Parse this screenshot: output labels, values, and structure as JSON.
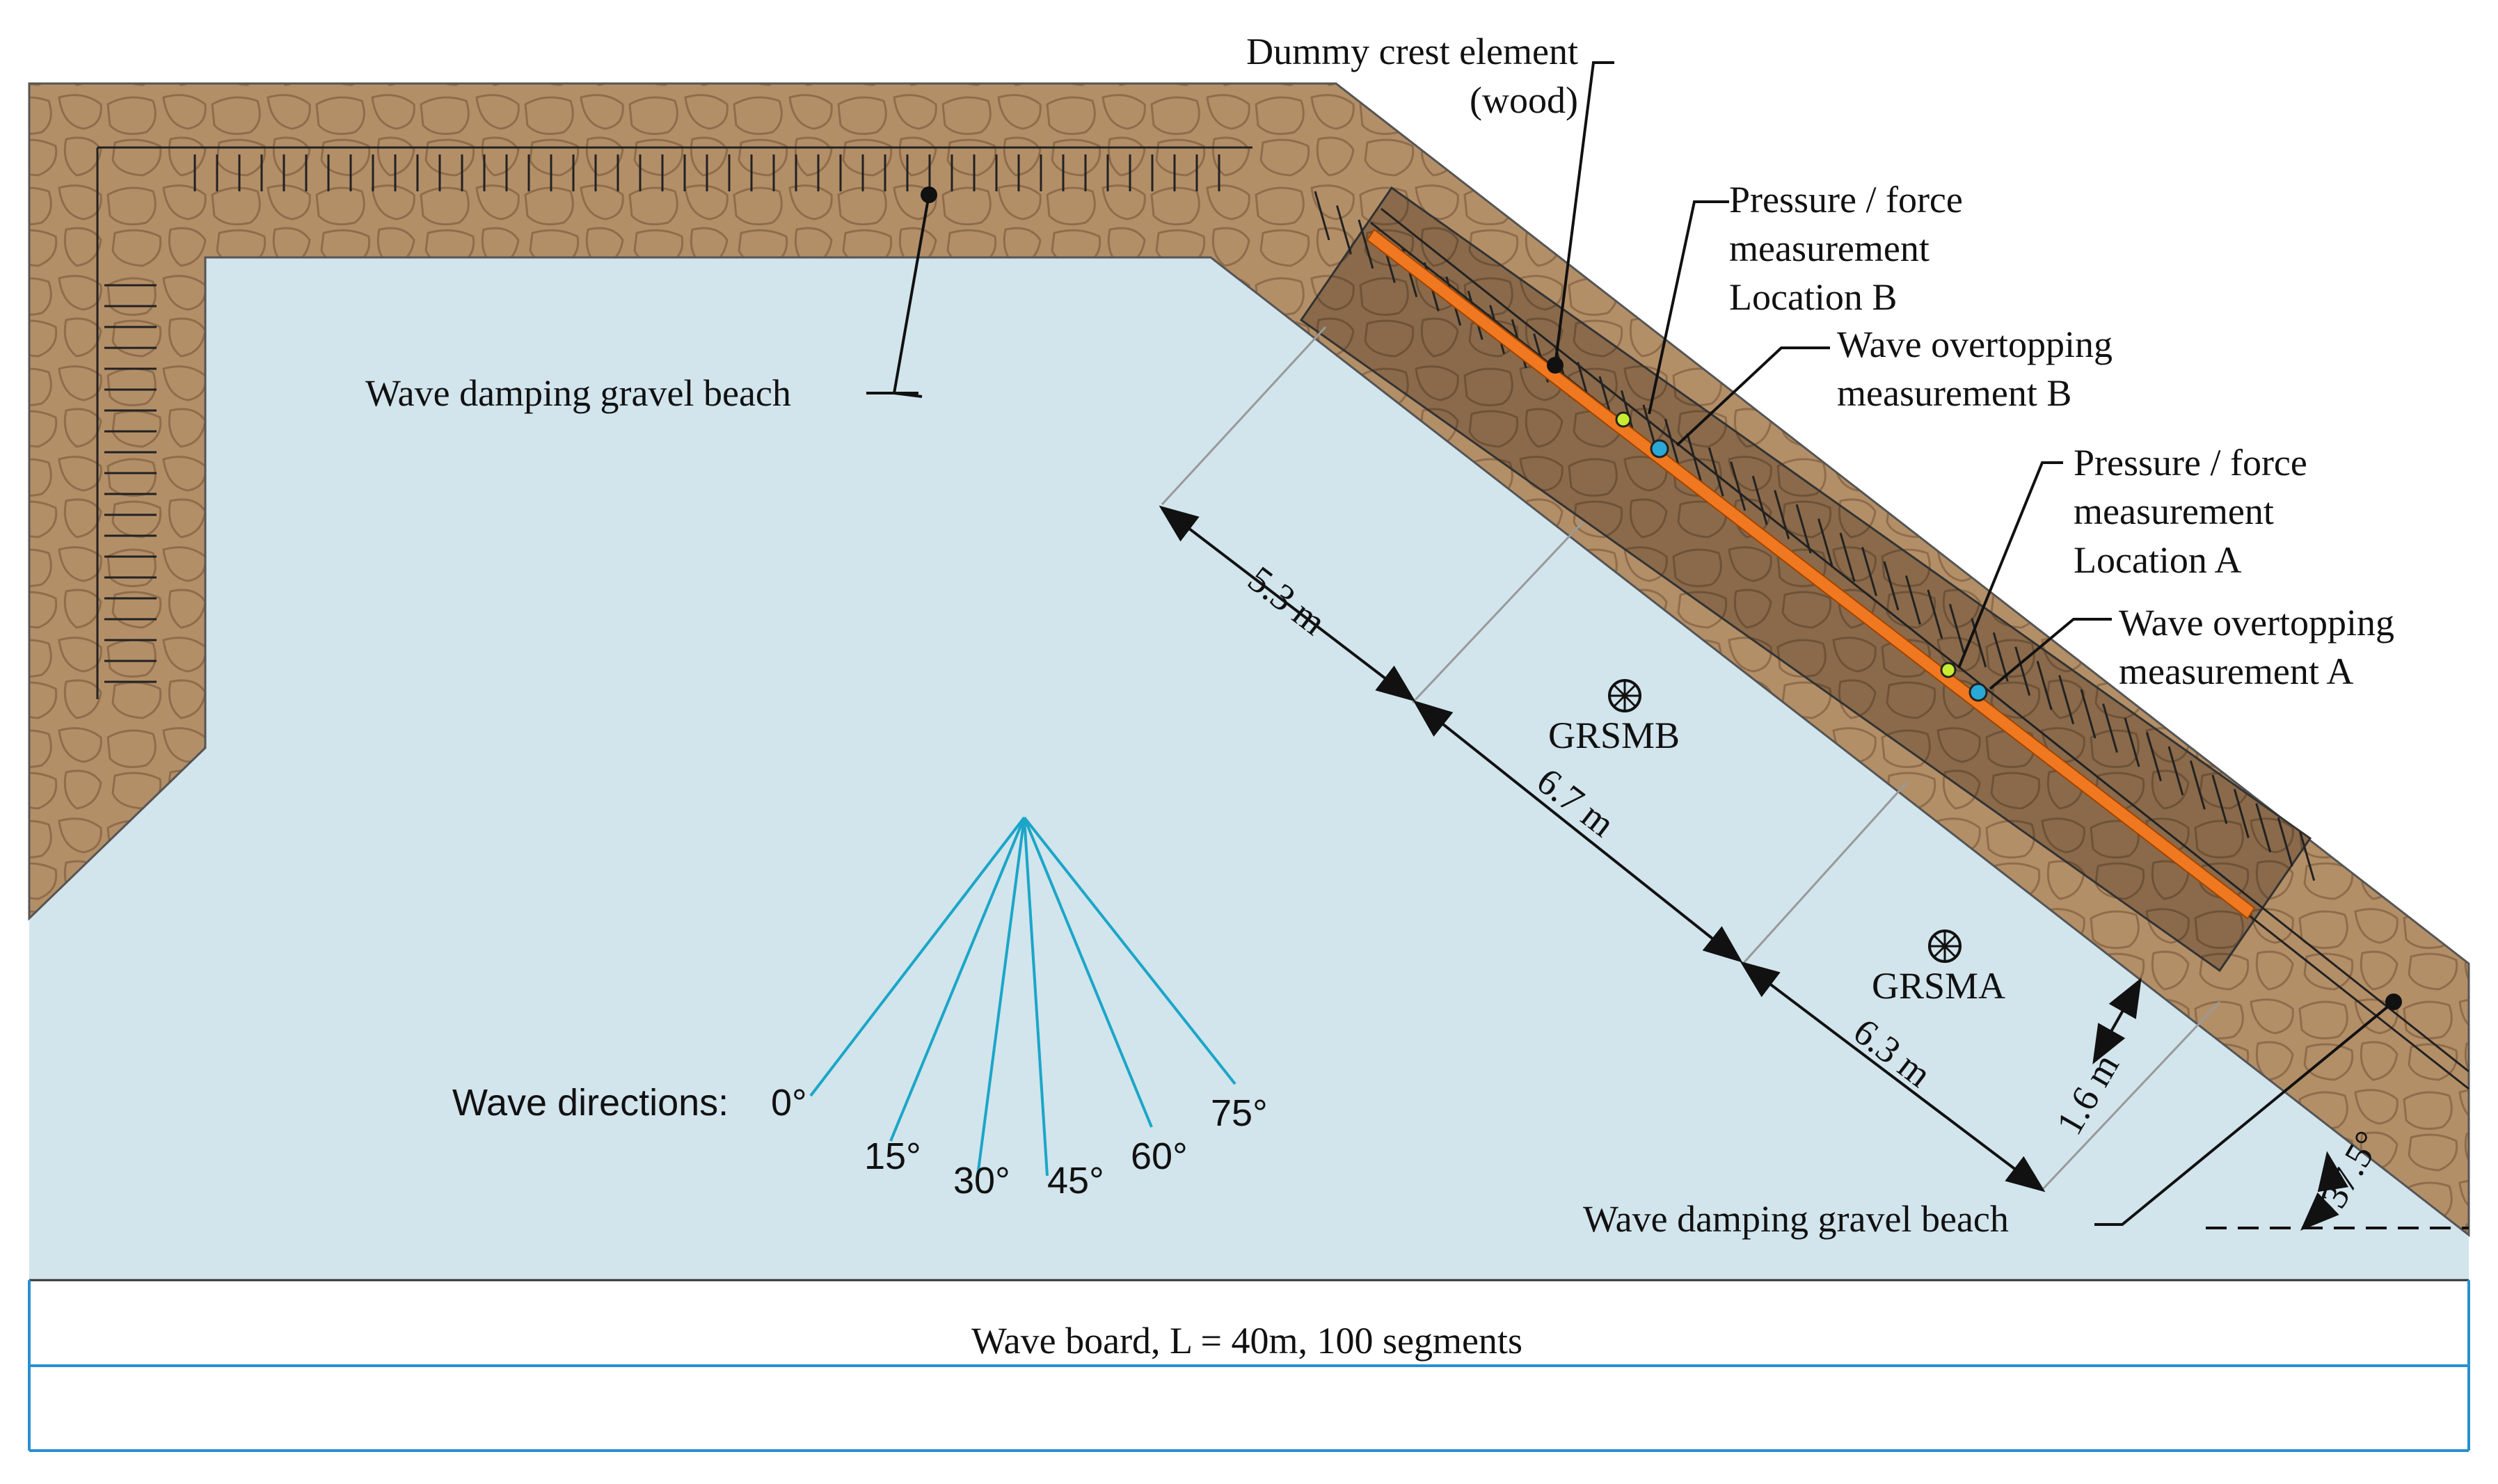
{
  "labels": {
    "dummy_crest_line1": "Dummy crest element",
    "dummy_crest_line2": "(wood)",
    "pressure_b_line1": "Pressure / force",
    "pressure_b_line2": "measurement",
    "pressure_b_line3": "Location B",
    "overtopping_b_line1": "Wave overtopping",
    "overtopping_b_line2": "measurement B",
    "pressure_a_line1": "Pressure / force",
    "pressure_a_line2": "measurement",
    "pressure_a_line3": "Location A",
    "overtopping_a_line1": "Wave overtopping",
    "overtopping_a_line2": "measurement A",
    "gravel_beach_top": "Wave damping gravel beach",
    "gravel_beach_bottom": "Wave damping gravel beach",
    "grsmb": "GRSMB",
    "grsma": "GRSMA",
    "wave_board": "Wave board, L = 40m, 100 segments"
  },
  "dimensions": {
    "d1": "5.3 m",
    "d2": "6.7 m",
    "d3": "6.3 m",
    "offset": "1.6 m",
    "angle": "37.5°"
  },
  "wave_directions": {
    "prefix": "Wave directions: ",
    "values": [
      "0°",
      "15°",
      "30°",
      "45°",
      "60°",
      "75°"
    ]
  },
  "colors": {
    "water": "#d2e4ec",
    "gravel": "#b38f68",
    "revetment": "#8a6a4a",
    "crest_strip": "#f07820",
    "direction_lines": "#1aa6c8",
    "wave_board_line": "#2a8fd0"
  }
}
